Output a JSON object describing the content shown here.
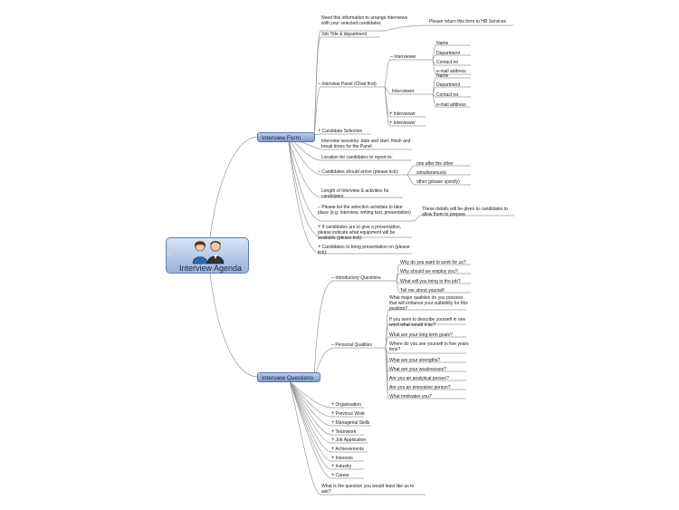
{
  "central": {
    "title": "Interview Agenda",
    "icon": "two-people-icon",
    "marker": "▫"
  },
  "colors": {
    "link": "#9a9a9a",
    "main_fill": "#9db6df",
    "main_border": "#5a78a8"
  },
  "form": {
    "label": "Interview Form",
    "intro": "Need this information to arrange interviews with your selected candidates",
    "return_note": "Please return this form to HR Services",
    "job_title": "Job Title & department",
    "panel": "Interview Panel (Chair first)",
    "interviewer_label": "Interviewer",
    "interviewer_fields": [
      "Name",
      "Department",
      "Contact no",
      "e-mail address"
    ],
    "candidate_selection": "Candidate Selection",
    "sessions": "Interview sessions: date and start, finish and break times for the Panel",
    "location": "Location for candidates to report to:",
    "arrive": "Candidates should arrive (please tick):",
    "arrive_options": [
      "one after the other",
      "simultaneously",
      "other (please specify)"
    ],
    "length": "Length of Interview & activities for candidates:",
    "activities": "Please list the selection activities to take place (e.g. interview, writing test, presentation)",
    "activities_note": "These details will be given to candidates to allow them to prepare",
    "presentation": "If candidates are to give a presentation, please indicate what equipment will be available (please tick):",
    "bring": "Candidates to bring presentation on (please tick):"
  },
  "questions": {
    "label": "Interview Questions",
    "introductory": "Introductory Questions",
    "introductory_items": [
      "Why do you want to work for us?",
      "Why should we employ you?",
      "What will you bring to the job?",
      "Tell me about yourself"
    ],
    "personal": "Personal Qualities",
    "personal_items": [
      "What major qualities do you possess that will enhance your suitability for this position?",
      "If you were to describe yourself in one word what would it be?",
      "What are your long term goals?",
      "Where do you see yourself in five years time?",
      "What are your strengths?",
      "What are your weaknesses?",
      "Are you an analytical person?",
      "Are you an innovative person?",
      "What motivates you?"
    ],
    "categories": [
      "Organisation",
      "Previous Work",
      "Managerial Skills",
      "Teamwork",
      "Job Application",
      "Achievements",
      "Interests",
      "Industry",
      "Career"
    ],
    "last": "What is the question you would least like us to ask?"
  }
}
